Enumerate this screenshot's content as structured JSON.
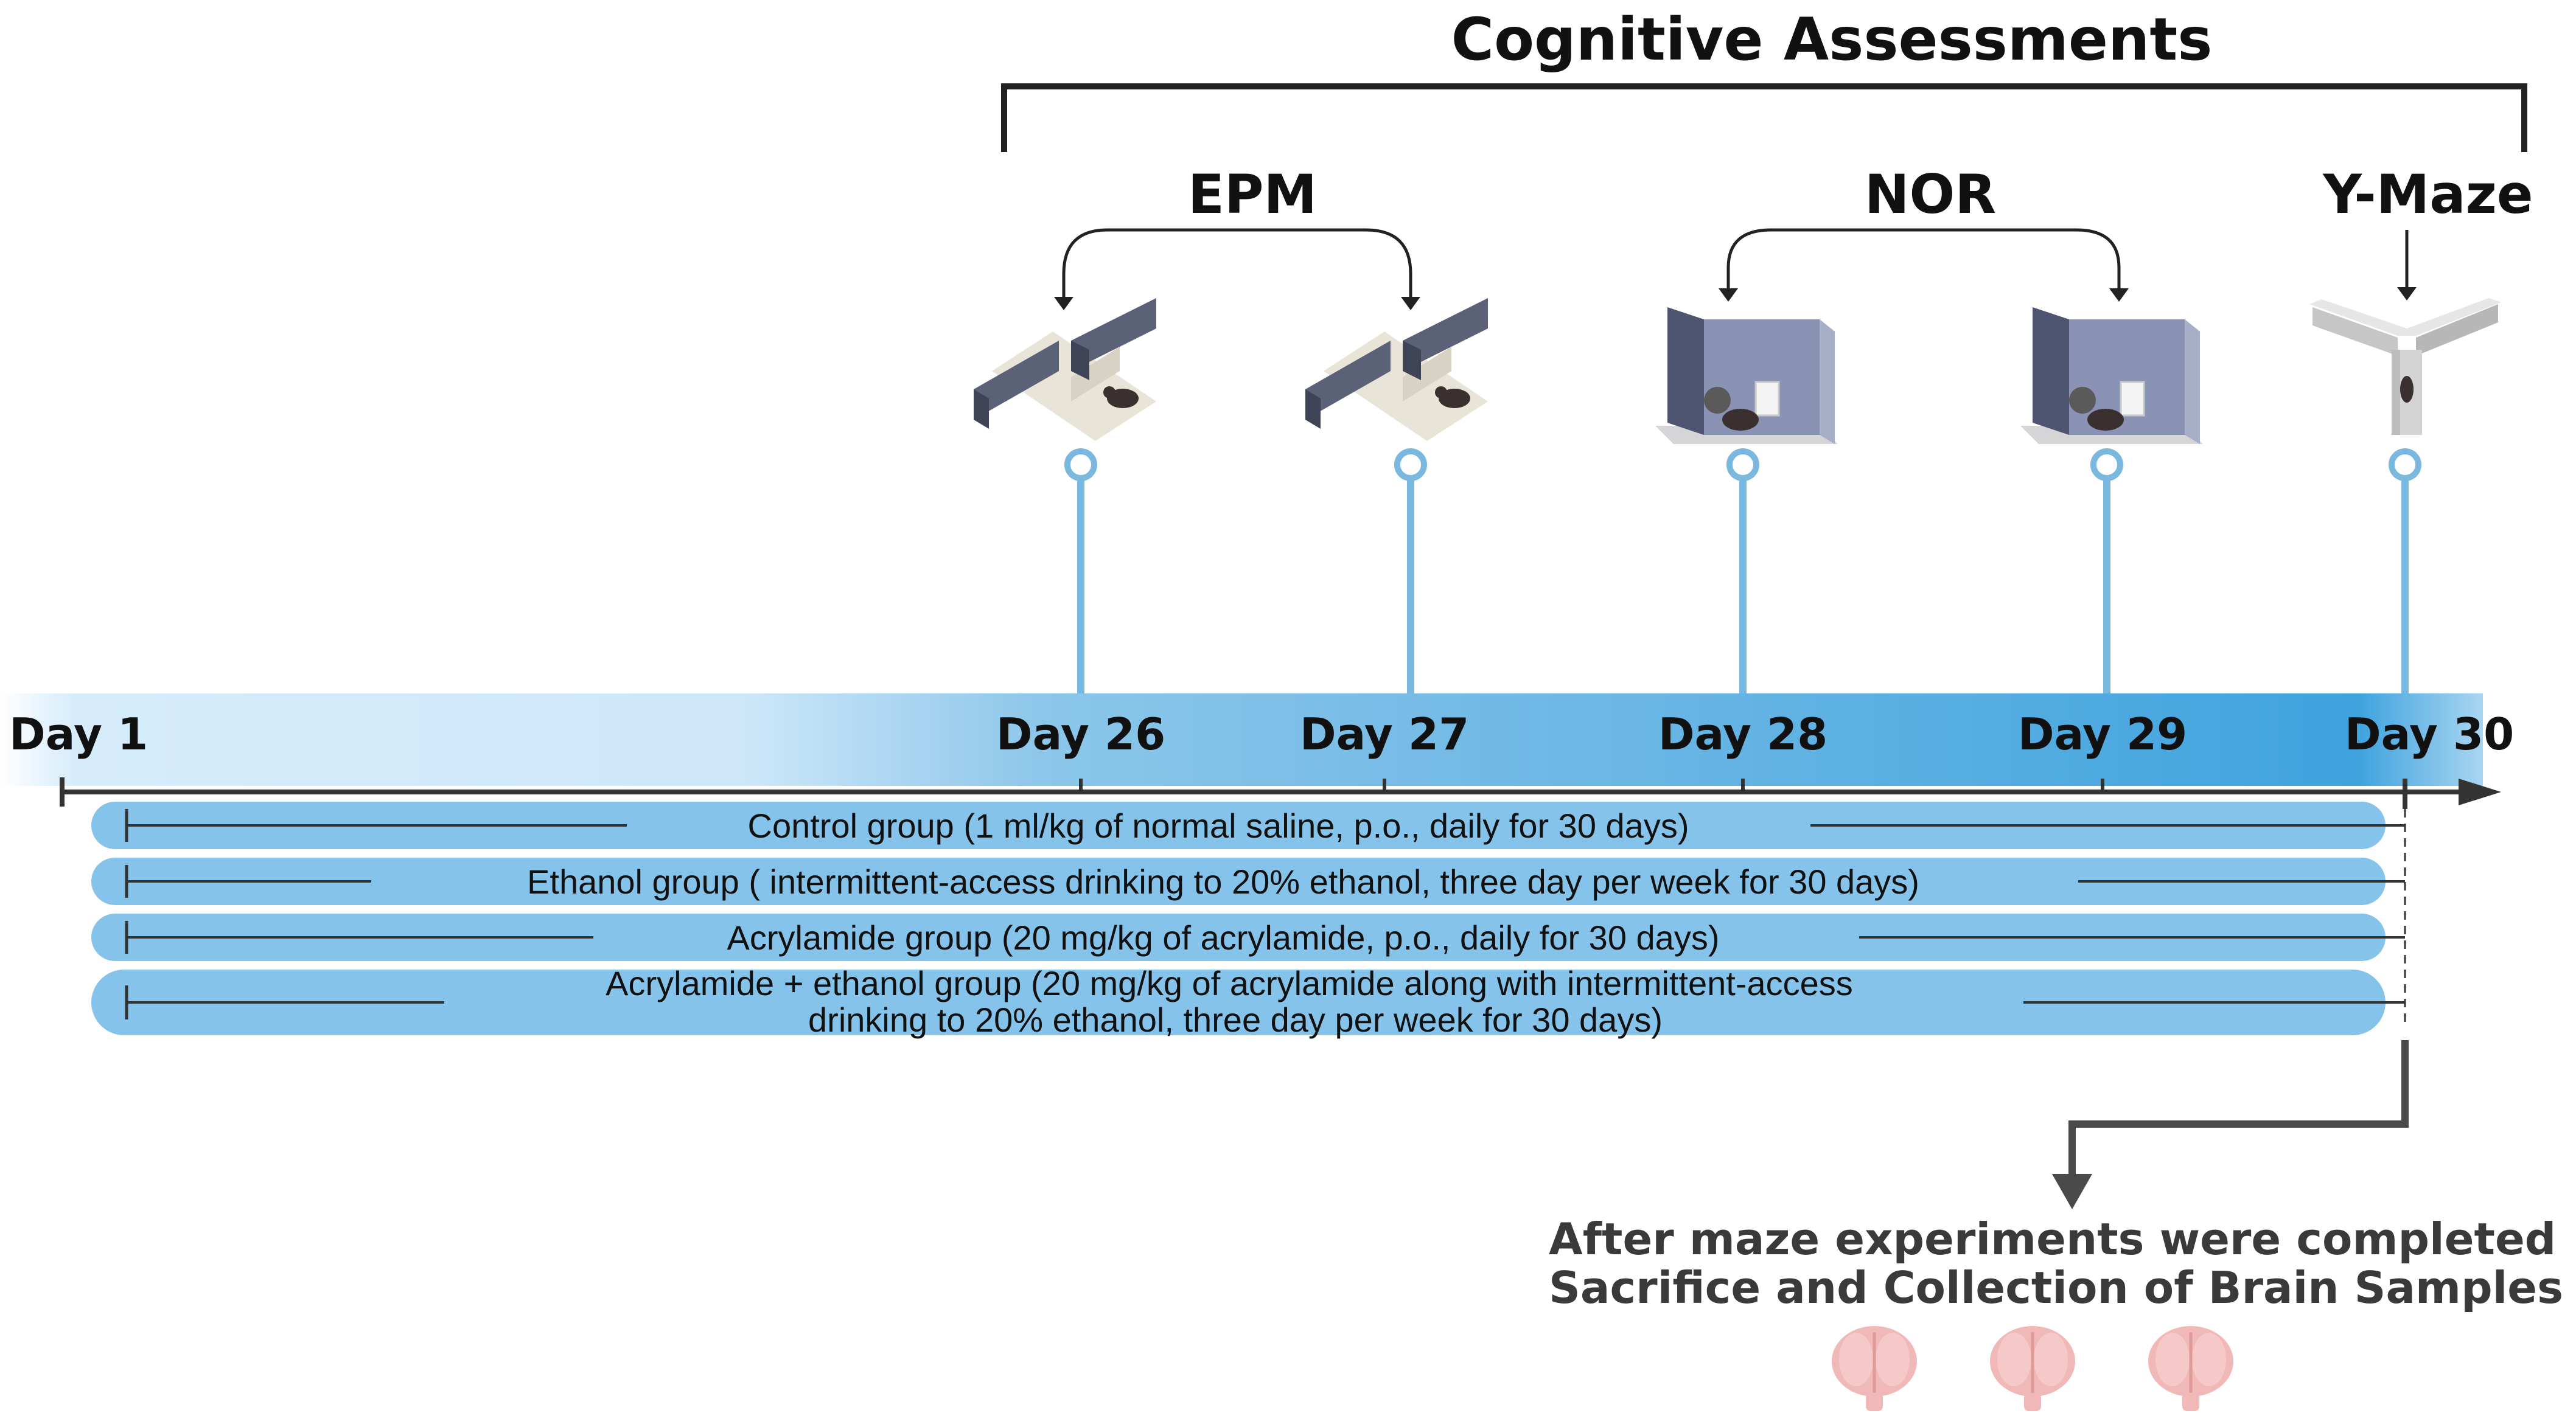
{
  "header": {
    "title": "Cognitive Assessments",
    "tests": [
      {
        "label": "EPM"
      },
      {
        "label": "NOR"
      },
      {
        "label": "Y-Maze"
      }
    ]
  },
  "timeline": {
    "days": [
      "Day 1",
      "Day 26",
      "Day 27",
      "Day 28",
      "Day 29",
      "Day 30"
    ]
  },
  "groups": [
    {
      "label": "Control group (1 ml/kg of normal saline, p.o., daily for 30 days)"
    },
    {
      "label": "Ethanol group ( intermittent-access drinking to 20% ethanol, three day per week for 30 days)"
    },
    {
      "label": "Acrylamide group (20 mg/kg of acrylamide,  p.o., daily for 30 days)"
    },
    {
      "line1": "Acrylamide + ethanol group (20 mg/kg of acrylamide along with intermittent-access",
      "line2": "drinking to 20% ethanol, three day per week for 30 days)"
    }
  ],
  "footer": {
    "line1": "After maze experiments were completed",
    "line2": "Sacrifice and Collection of Brain Samples"
  },
  "colors": {
    "timeline_light": "#d6ecfb",
    "timeline_dark": "#3fa3de",
    "group_bar": "#86c3ea",
    "pin": "#7ab8e0",
    "bracket": "#222222",
    "box_dark": "#5b6277",
    "box_wall": "#8b93b4",
    "brain": "#f1b8b8"
  }
}
